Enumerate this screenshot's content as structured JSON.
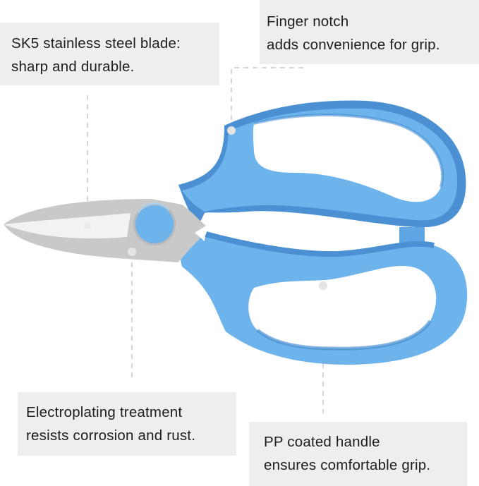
{
  "product": {
    "name": "Blue-handled scissors",
    "colors": {
      "handle": "#6db3ec",
      "handle_shadow": "#4a90d2",
      "handle_highlight": "#9dcdf4",
      "blade": "#c9c9c9",
      "blade_edge": "#f2f2f2",
      "pivot": "#6db3ec",
      "callout_bg": "#eeeeee",
      "leader_line": "#d6d6d6"
    }
  },
  "callouts": [
    {
      "id": "blade",
      "line1": "SK5 stainless steel blade:",
      "line2": "sharp and durable."
    },
    {
      "id": "finger-notch",
      "line1": "Finger notch",
      "line2": "adds convenience for grip."
    },
    {
      "id": "electroplating",
      "line1": "Electroplating treatment",
      "line2": "resists corrosion and rust."
    },
    {
      "id": "handle",
      "line1": "PP coated handle",
      "line2": "ensures comfortable grip."
    }
  ]
}
